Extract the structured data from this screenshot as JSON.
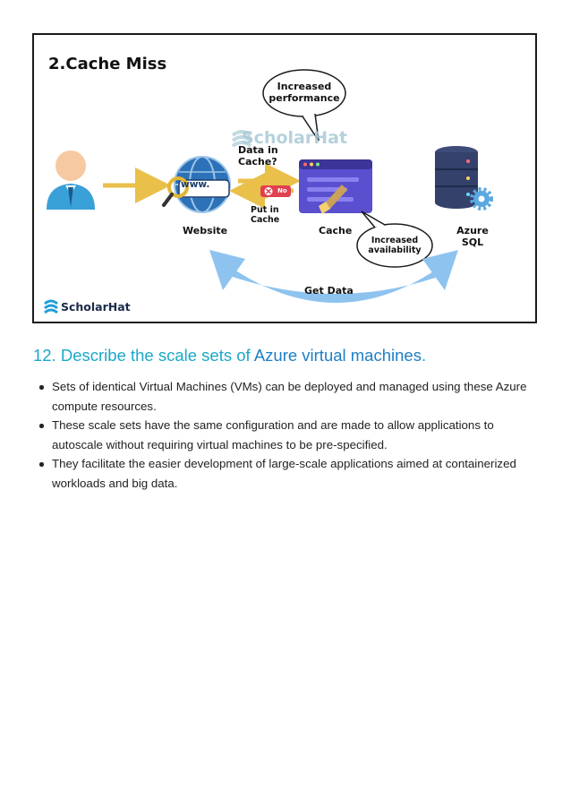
{
  "diagram": {
    "title": "2.Cache Miss",
    "watermark": "ScholarHat",
    "bubble_top": "Increased performance",
    "bubble_bottom": "Increased availability",
    "label_data_in_cache": "Data in Cache?",
    "label_no": "No",
    "label_put_in_cache": "Put in Cache",
    "label_website": "Website",
    "label_cache": "Cache",
    "label_azure_sql": "Azure SQL",
    "label_get_data": "Get Data",
    "www_text": "www.",
    "logo_text": "ScholarHat",
    "colors": {
      "arrow_gold": "#e9c04a",
      "arrow_blue": "#8ec3f0",
      "cache_purple": "#5a4fcf",
      "db_navy": "#33416b"
    }
  },
  "section": {
    "number": "12.",
    "text_before": "Describe the scale sets of",
    "highlight": "Azure virtual machines",
    "text_after": "."
  },
  "bullets": [
    "Sets of identical Virtual Machines (VMs) can be deployed and managed using these Azure compute resources.",
    "These scale sets have the same configuration and are made to allow applications to autoscale without requiring virtual machines to be pre-specified.",
    "They facilitate the easier development of large-scale applications aimed at containerized workloads and big data."
  ]
}
